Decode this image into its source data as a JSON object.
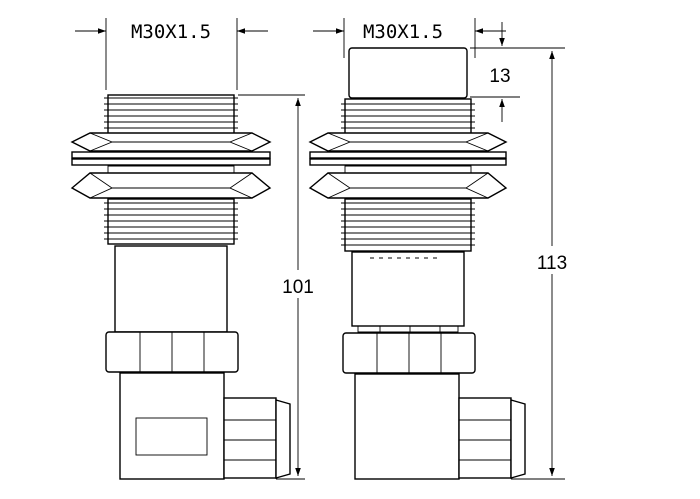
{
  "left_view": {
    "thread_label": "M30X1.5",
    "length_label": "101"
  },
  "right_view": {
    "thread_label": "M30X1.5",
    "cap_height_label": "13",
    "length_label": "113"
  }
}
